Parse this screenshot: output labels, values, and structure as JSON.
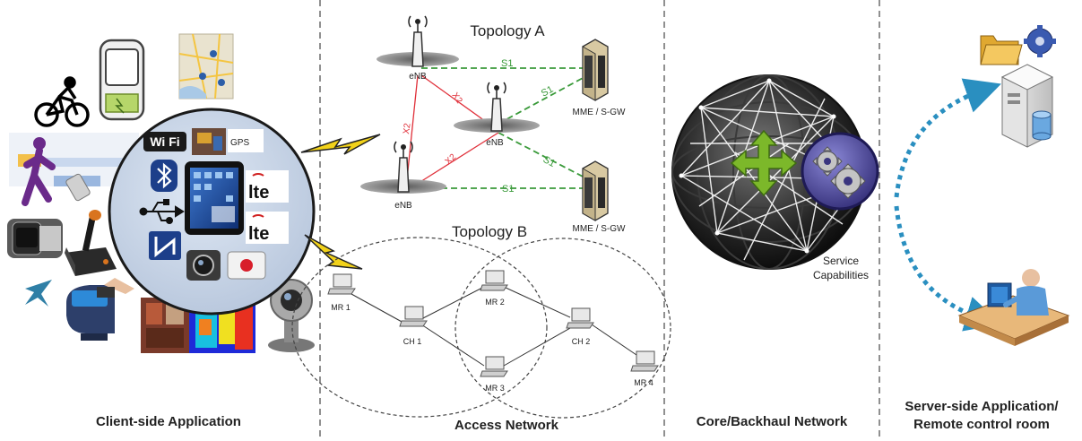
{
  "sections": {
    "client": "Client-side Application",
    "access": "Access Network",
    "core": "Core/Backhaul Network",
    "server_line1": "Server-side Application/",
    "server_line2": "Remote control room"
  },
  "topology_a": {
    "title": "Topology A",
    "enb_label": "eNB",
    "mme_label": "MME / S-GW",
    "s1_label": "S1",
    "x2_label": "X2"
  },
  "topology_b": {
    "title": "Topology B",
    "nodes": [
      "MR 1",
      "CH 1",
      "MR 2",
      "MR 3",
      "CH 2",
      "MR 4"
    ]
  },
  "client_device": {
    "wifi": "Wi Fi",
    "gps": "GPS",
    "lte": "lte"
  },
  "core": {
    "service_label_1": "Service",
    "service_label_2": "Capabilities"
  },
  "icons": [
    "cyclist-icon",
    "bus-icon",
    "map-icon",
    "runner-icon",
    "watch-icon",
    "joystick-icon",
    "glider-icon",
    "handheld-scanner-icon",
    "thermal-camera-icon",
    "webcam-icon",
    "wifi-icon",
    "bluetooth-icon",
    "usb-icon",
    "nfc-icon",
    "gps-icon",
    "lte-icon",
    "camera-icon",
    "record-icon",
    "tablet-icon",
    "antenna-icon",
    "server-rack-icon",
    "laptop-icon",
    "globe-icon",
    "arrows-icon",
    "gears-icon",
    "folder-icon",
    "gear-icon",
    "server-icon",
    "database-icon",
    "operator-desk-icon",
    "lightning-icon"
  ],
  "colors": {
    "s1_link": "#3a9a3a",
    "x2_link": "#e0303a",
    "arrow": "#2a8fc0",
    "divider": "#555555"
  }
}
